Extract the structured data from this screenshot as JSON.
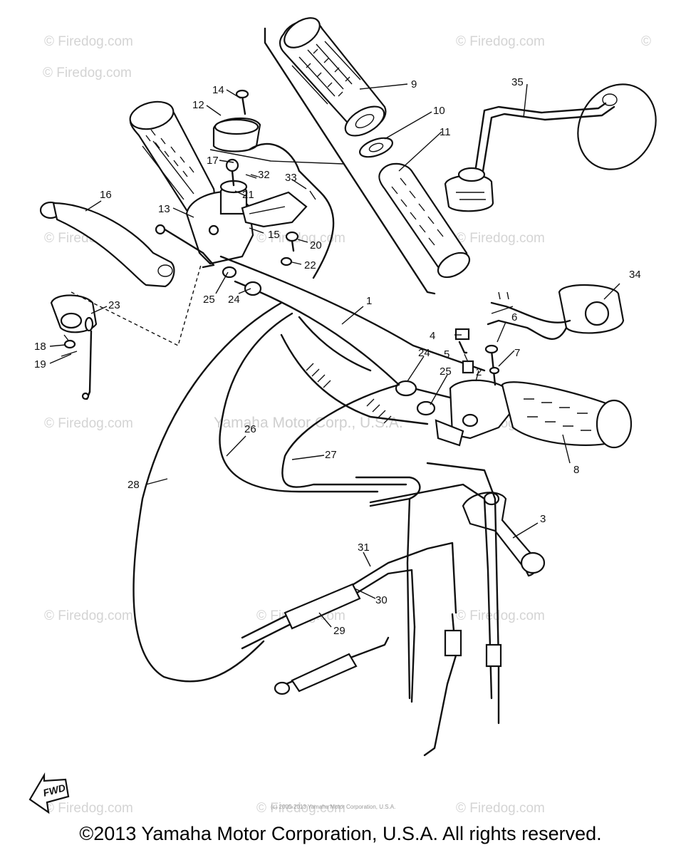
{
  "watermark": {
    "text": "Firedog.com",
    "symbol": "©",
    "tiles": [
      {
        "id": "wm-1"
      },
      {
        "id": "wm-2"
      },
      {
        "id": "wm-3"
      },
      {
        "id": "wm-4"
      },
      {
        "id": "wm-5"
      },
      {
        "id": "wm-6"
      },
      {
        "id": "wm-7"
      },
      {
        "id": "wm-8"
      },
      {
        "id": "wm-9"
      },
      {
        "id": "wm-10"
      },
      {
        "id": "wm-11"
      },
      {
        "id": "wm-12"
      },
      {
        "id": "wm-13"
      },
      {
        "id": "wm-14"
      },
      {
        "id": "wm-15"
      }
    ]
  },
  "faint_overlay": "Yamaha Motor Corp., U.S.A.",
  "small_print": "(c) 2005-2013 Yamaha Motor Corporation, U.S.A.",
  "fwd_label": "FWD",
  "copyright": "©2013 Yamaha Motor Corporation, U.S.A. All rights reserved.",
  "callouts": [
    {
      "id": "1",
      "label": "1"
    },
    {
      "id": "2",
      "label": "2"
    },
    {
      "id": "3",
      "label": "3"
    },
    {
      "id": "4",
      "label": "4"
    },
    {
      "id": "5",
      "label": "5"
    },
    {
      "id": "6",
      "label": "6"
    },
    {
      "id": "7",
      "label": "7"
    },
    {
      "id": "8",
      "label": "8"
    },
    {
      "id": "9",
      "label": "9"
    },
    {
      "id": "10",
      "label": "10"
    },
    {
      "id": "11",
      "label": "11"
    },
    {
      "id": "12",
      "label": "12"
    },
    {
      "id": "13",
      "label": "13"
    },
    {
      "id": "14",
      "label": "14"
    },
    {
      "id": "15",
      "label": "15"
    },
    {
      "id": "16",
      "label": "16"
    },
    {
      "id": "17",
      "label": "17"
    },
    {
      "id": "18",
      "label": "18"
    },
    {
      "id": "19",
      "label": "19"
    },
    {
      "id": "20",
      "label": "20"
    },
    {
      "id": "21",
      "label": "21"
    },
    {
      "id": "22",
      "label": "22"
    },
    {
      "id": "23",
      "label": "23"
    },
    {
      "id": "24a",
      "label": "24"
    },
    {
      "id": "24b",
      "label": "24"
    },
    {
      "id": "25a",
      "label": "25"
    },
    {
      "id": "25b",
      "label": "25"
    },
    {
      "id": "26",
      "label": "26"
    },
    {
      "id": "27",
      "label": "27"
    },
    {
      "id": "28",
      "label": "28"
    },
    {
      "id": "29",
      "label": "29"
    },
    {
      "id": "30",
      "label": "30"
    },
    {
      "id": "31",
      "label": "31"
    },
    {
      "id": "32",
      "label": "32"
    },
    {
      "id": "33",
      "label": "33"
    },
    {
      "id": "34",
      "label": "34"
    },
    {
      "id": "35",
      "label": "35"
    }
  ]
}
